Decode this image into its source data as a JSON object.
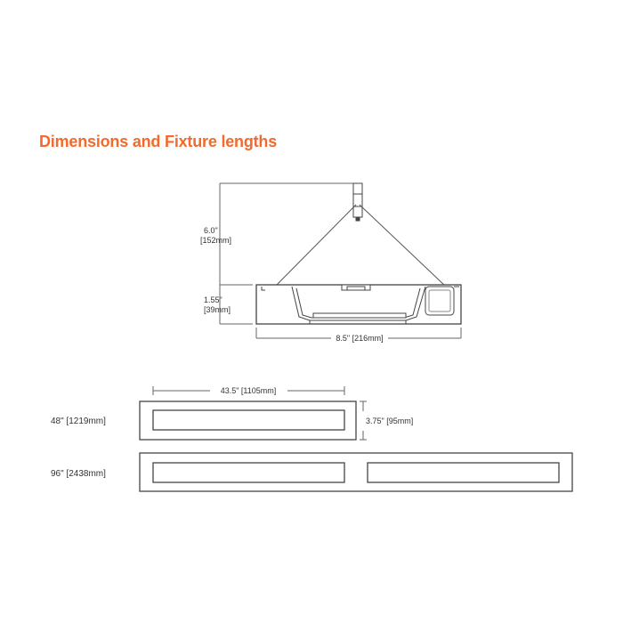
{
  "title": "Dimensions and Fixture lengths",
  "colors": {
    "accent": "#f26a2e",
    "line": "#444444",
    "dim": "#555555"
  },
  "side_view": {
    "drop_height": "6.0\"",
    "drop_height_mm": "[152mm]",
    "fixture_height": "1.55\"",
    "fixture_height_mm": "[39mm]",
    "width": "8.5\" [216mm]"
  },
  "fixtures": {
    "lens_length": "43.5\" [1105mm]",
    "width": "3.75\" [95mm]",
    "short_label": "48\" [1219mm]",
    "long_label": "96\" [2438mm]"
  }
}
